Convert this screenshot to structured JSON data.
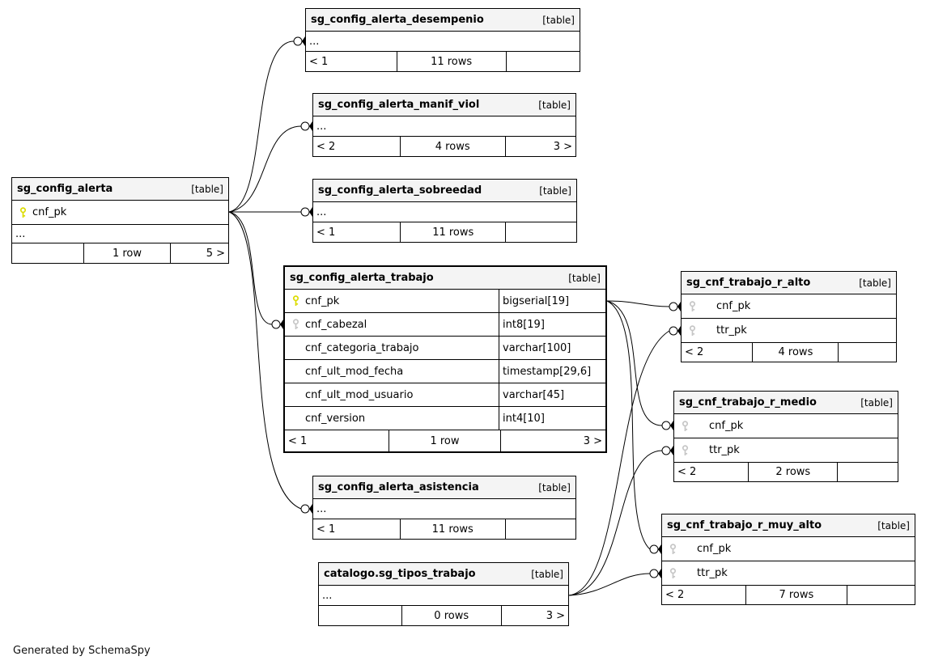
{
  "diagram": {
    "generator_note": "Generated by SchemaSpy"
  },
  "colors": {
    "primary_key": "#dcdc00",
    "foreign_key": "#c6c6c6",
    "header_bg": "#f4f4f4",
    "border": "#000000"
  },
  "tables": [
    {
      "name": "sg_config_alerta",
      "tag": "[table]",
      "columns": [
        {
          "key": "primary",
          "name": "cnf_pk"
        }
      ],
      "more": "...",
      "footer": {
        "left": "",
        "center": "1 row",
        "right": "5 >"
      }
    },
    {
      "name": "sg_config_alerta_desempenio",
      "tag": "[table]",
      "columns": [],
      "more": "...",
      "footer": {
        "left": "< 1",
        "center": "11 rows",
        "right": ""
      }
    },
    {
      "name": "sg_config_alerta_manif_viol",
      "tag": "[table]",
      "columns": [],
      "more": "...",
      "footer": {
        "left": "< 2",
        "center": "4 rows",
        "right": "3 >"
      }
    },
    {
      "name": "sg_config_alerta_sobreedad",
      "tag": "[table]",
      "columns": [],
      "more": "...",
      "footer": {
        "left": "< 1",
        "center": "11 rows",
        "right": ""
      }
    },
    {
      "name": "sg_config_alerta_trabajo",
      "tag": "[table]",
      "columns": [
        {
          "key": "primary",
          "name": "cnf_pk",
          "type": "bigserial[19]"
        },
        {
          "key": "foreign",
          "name": "cnf_cabezal",
          "type": "int8[19]"
        },
        {
          "key": null,
          "name": "cnf_categoria_trabajo",
          "type": "varchar[100]"
        },
        {
          "key": null,
          "name": "cnf_ult_mod_fecha",
          "type": "timestamp[29,6]"
        },
        {
          "key": null,
          "name": "cnf_ult_mod_usuario",
          "type": "varchar[45]"
        },
        {
          "key": null,
          "name": "cnf_version",
          "type": "int4[10]"
        }
      ],
      "footer": {
        "left": "< 1",
        "center": "1 row",
        "right": "3 >"
      }
    },
    {
      "name": "sg_config_alerta_asistencia",
      "tag": "[table]",
      "columns": [],
      "more": "...",
      "footer": {
        "left": "< 1",
        "center": "11 rows",
        "right": ""
      }
    },
    {
      "name": "catalogo.sg_tipos_trabajo",
      "tag": "[table]",
      "columns": [],
      "more": "...",
      "footer": {
        "left": "",
        "center": "0 rows",
        "right": "3 >"
      }
    },
    {
      "name": "sg_cnf_trabajo_r_alto",
      "tag": "[table]",
      "columns": [
        {
          "key": "foreign",
          "name": "cnf_pk"
        },
        {
          "key": "foreign",
          "name": "ttr_pk"
        }
      ],
      "footer": {
        "left": "< 2",
        "center": "4 rows",
        "right": ""
      }
    },
    {
      "name": "sg_cnf_trabajo_r_medio",
      "tag": "[table]",
      "columns": [
        {
          "key": "foreign",
          "name": "cnf_pk"
        },
        {
          "key": "foreign",
          "name": "ttr_pk"
        }
      ],
      "footer": {
        "left": "< 2",
        "center": "2 rows",
        "right": ""
      }
    },
    {
      "name": "sg_cnf_trabajo_r_muy_alto",
      "tag": "[table]",
      "columns": [
        {
          "key": "foreign",
          "name": "cnf_pk"
        },
        {
          "key": "foreign",
          "name": "ttr_pk"
        }
      ],
      "footer": {
        "left": "< 2",
        "center": "7 rows",
        "right": ""
      }
    }
  ],
  "connections": [
    {
      "from": "sg_config_alerta.cnf_pk",
      "to": "sg_config_alerta_desempenio"
    },
    {
      "from": "sg_config_alerta.cnf_pk",
      "to": "sg_config_alerta_manif_viol"
    },
    {
      "from": "sg_config_alerta.cnf_pk",
      "to": "sg_config_alerta_sobreedad"
    },
    {
      "from": "sg_config_alerta.cnf_pk",
      "to": "sg_config_alerta_trabajo.cnf_cabezal"
    },
    {
      "from": "sg_config_alerta.cnf_pk",
      "to": "sg_config_alerta_asistencia"
    },
    {
      "from": "sg_config_alerta_trabajo.cnf_pk",
      "to": "sg_cnf_trabajo_r_alto.cnf_pk"
    },
    {
      "from": "sg_config_alerta_trabajo.cnf_pk",
      "to": "sg_cnf_trabajo_r_medio.cnf_pk"
    },
    {
      "from": "sg_config_alerta_trabajo.cnf_pk",
      "to": "sg_cnf_trabajo_r_muy_alto.cnf_pk"
    },
    {
      "from": "catalogo.sg_tipos_trabajo",
      "to": "sg_cnf_trabajo_r_alto.ttr_pk"
    },
    {
      "from": "catalogo.sg_tipos_trabajo",
      "to": "sg_cnf_trabajo_r_medio.ttr_pk"
    },
    {
      "from": "catalogo.sg_tipos_trabajo",
      "to": "sg_cnf_trabajo_r_muy_alto.ttr_pk"
    }
  ]
}
